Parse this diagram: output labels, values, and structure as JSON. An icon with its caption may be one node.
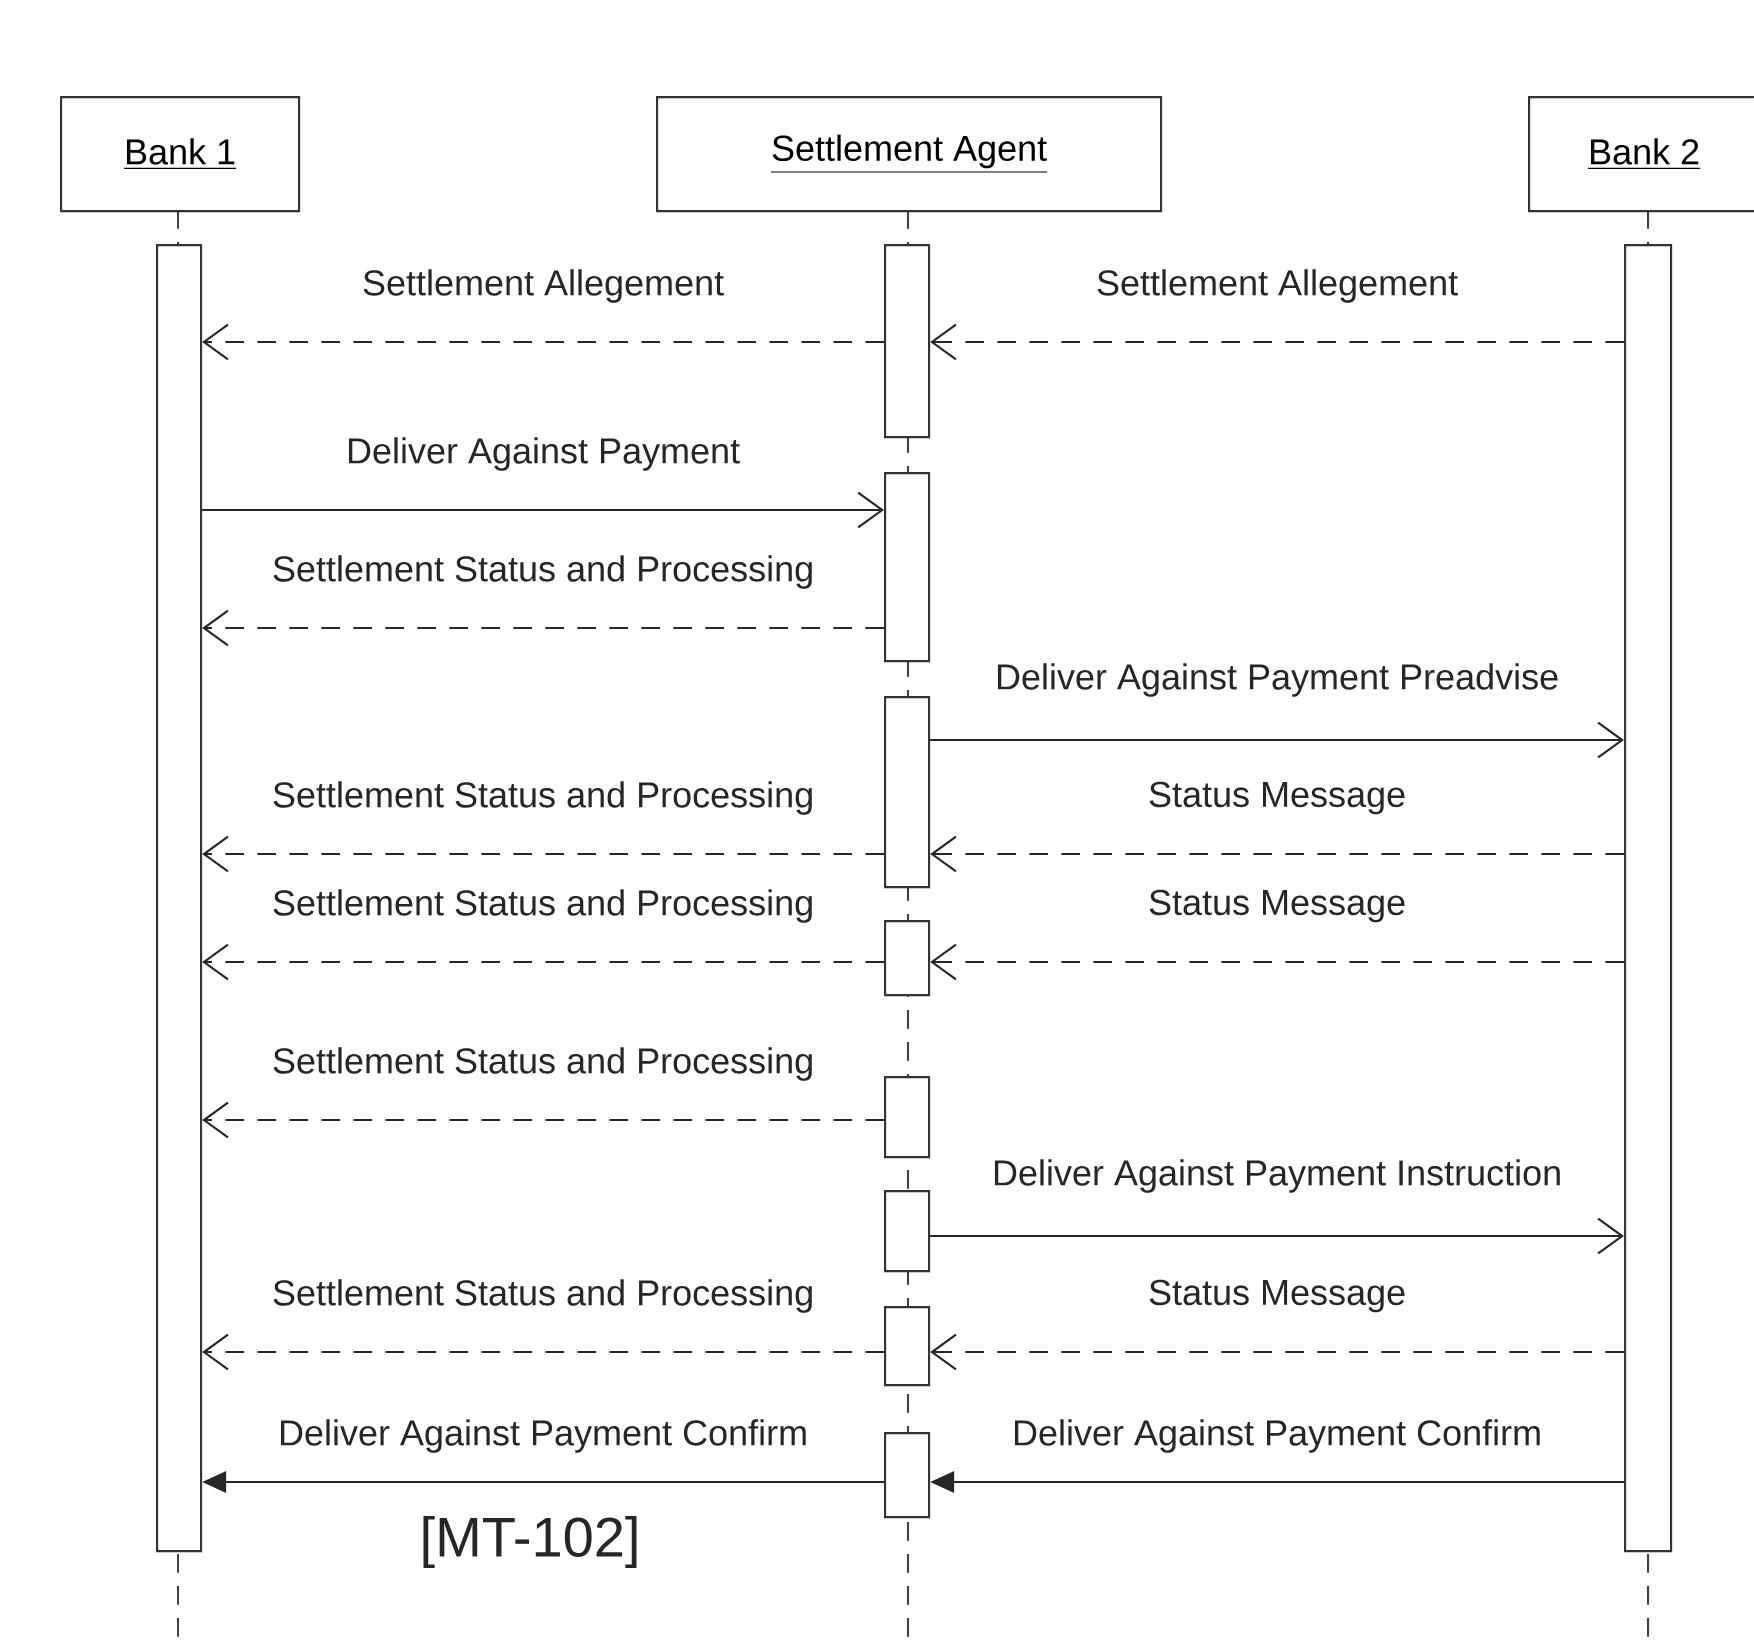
{
  "diagram": {
    "nodes": [
      {
        "text": [
          "Bank 1"
        ]
      },
      {
        "text": [
          "Settlement Agent"
        ]
      },
      {
        "text": [
          "Bank 2"
        ]
      },
      {
        "text": [],
        "shape": "bar"
      },
      {
        "text": [],
        "shape": "bar"
      },
      {
        "text": [],
        "shape": "bar"
      },
      {
        "text": [],
        "shape": "bar"
      },
      {
        "text": [],
        "shape": "bar"
      },
      {
        "text": [],
        "shape": "bar"
      },
      {
        "text": [],
        "shape": "bar"
      },
      {
        "text": [],
        "shape": "bar"
      },
      {
        "text": [],
        "shape": "bar"
      },
      {
        "text": [],
        "shape": "bar"
      }
    ],
    "edges": [
      {
        "from": 4,
        "to": 3,
        "arrow": "to",
        "style": "dashed",
        "label": "Settlement Allegement"
      },
      {
        "from": 12,
        "to": 4,
        "arrow": "to",
        "style": "dashed",
        "label": "Settlement Allegement"
      },
      {
        "from": 3,
        "to": 5,
        "arrow": "to",
        "label": "Deliver Against Payment"
      },
      {
        "from": 5,
        "to": 3,
        "arrow": "to",
        "style": "dashed",
        "label": "Settlement Status and Processing"
      },
      {
        "from": 6,
        "to": 12,
        "arrow": "to",
        "label": "Deliver Against Payment Preadvise"
      },
      {
        "from": 6,
        "to": 3,
        "arrow": "to",
        "style": "dashed",
        "label": "Settlement Status and Processing"
      },
      {
        "from": 12,
        "to": 6,
        "arrow": "to",
        "style": "dashed",
        "label": "Status Message"
      },
      {
        "from": 7,
        "to": 3,
        "arrow": "to",
        "style": "dashed",
        "label": "Settlement Status and Processing"
      },
      {
        "from": 12,
        "to": 7,
        "arrow": "to",
        "style": "dashed",
        "label": "Status Message"
      },
      {
        "from": 8,
        "to": 3,
        "arrow": "to",
        "style": "dashed",
        "label": "Settlement Status and Processing"
      },
      {
        "from": 9,
        "to": 12,
        "arrow": "to",
        "label": "Deliver Against Payment Instruction"
      },
      {
        "from": 10,
        "to": 3,
        "arrow": "to",
        "style": "dashed",
        "label": "Settlement Status and Processing"
      },
      {
        "from": 12,
        "to": 10,
        "arrow": "to",
        "style": "dashed",
        "label": "Status Message"
      },
      {
        "from": 11,
        "to": 3,
        "arrow": "to",
        "label": "Deliver Against Payment Confirm"
      },
      {
        "from": 12,
        "to": 11,
        "arrow": "to",
        "label": "Deliver Against Payment Confirm"
      }
    ],
    "labels": [
      "[MT-102]"
    ]
  }
}
